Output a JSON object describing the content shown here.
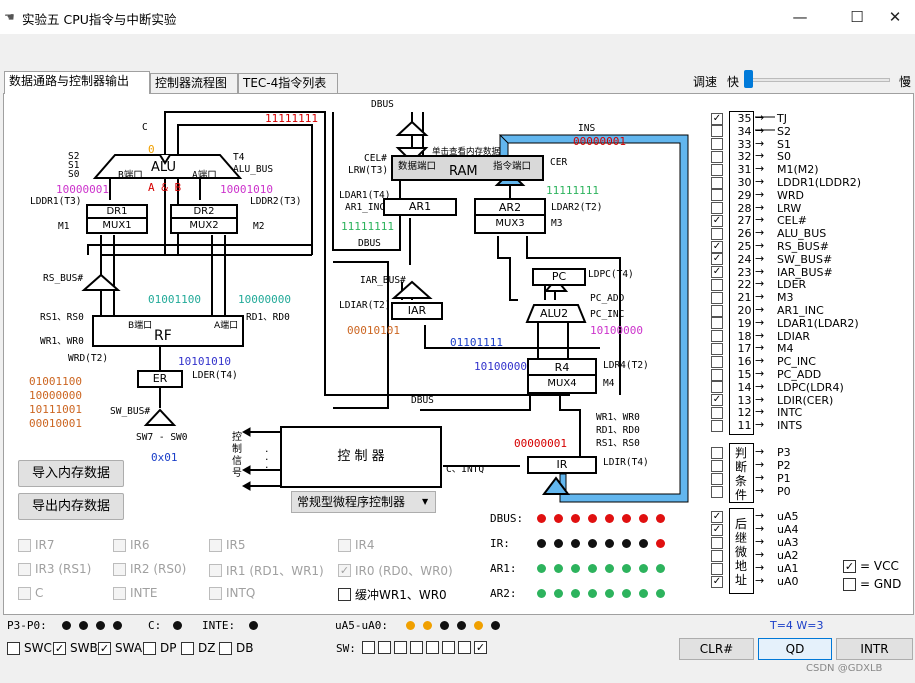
{
  "window": {
    "title": "实验五 CPU指令与中断实验",
    "min_glyph": "—",
    "max_glyph": "☐",
    "close_glyph": "✕"
  },
  "tabs": [
    {
      "label": "数据通路与控制器输出",
      "active": true
    },
    {
      "label": "控制器流程图",
      "active": false
    },
    {
      "label": "TEC-4指令列表",
      "active": false
    }
  ],
  "speed": {
    "label": "调速",
    "fast": "快",
    "slow": "慢"
  },
  "datapath": {
    "dbus_top": "DBUS",
    "dbus_left": "DBUS",
    "dbus_bottom": "DBUS",
    "ins": "INS",
    "c_label": "C",
    "c_value": "0",
    "alu": "ALU",
    "alu_b_port": "B端口",
    "alu_a_port": "A端口",
    "alu_ab": "A & B",
    "s2": "S2",
    "s1": "S1",
    "s0": "S0",
    "t4": "T4",
    "alu_bus": "ALU_BUS",
    "alu_out": "11111111",
    "dr1_val": "10000001",
    "dr2_val": "10001010",
    "lddr1": "LDDR1(T3)",
    "lddr2": "LDDR2(T3)",
    "dr1": "DR1",
    "mux1": "MUX1",
    "dr2": "DR2",
    "mux2": "MUX2",
    "m1": "M1",
    "m2": "M2",
    "rs_bus": "RS_BUS#",
    "rf_b_val": "01001100",
    "rf_a_val": "10000000",
    "rs": "RS1、RS0",
    "rd": "RD1、RD0",
    "rf_b_port": "B端口",
    "rf_a_port": "A端口",
    "wr": "WR1、WR0",
    "rf": "RF",
    "wrd": "WRD(T2)",
    "er_val": "10101010",
    "er": "ER",
    "lder": "LDER(T4)",
    "regs": [
      "01001100",
      "10000000",
      "10111001",
      "00010001"
    ],
    "sw_bus": "SW_BUS#",
    "sw_range": "SW7 - SW0",
    "sw_val": "0x01",
    "cel": "CEL#",
    "lrw": "LRW(T3)",
    "ram_tip": "单击查看内存数据",
    "ram_data_port": "数据端口",
    "ram_ins_port": "指令端口",
    "ram": "RAM",
    "cer": "CER",
    "ins_val": "00000001",
    "ldar1": "LDAR1(T4)",
    "ar1_inc": "AR1_INC",
    "ar1": "AR1",
    "ar1_val": "11111111",
    "ar2": "AR2",
    "mux3": "MUX3",
    "ldar2": "LDAR2(T2)",
    "m3": "M3",
    "ar2_val": "11111111",
    "iar_bus": "IAR_BUS#",
    "ldiar": "LDIAR(T2)",
    "iar": "IAR",
    "iar_val": "00010101",
    "pc": "PC",
    "ldpc": "LDPC(T4)",
    "pc_add": "PC_ADD",
    "pc_inc": "PC_INC",
    "alu2": "ALU2",
    "alu2_val": "10100000",
    "pc_bus_val": "01101111",
    "r4_val": "10100000",
    "r4": "R4",
    "mux4": "MUX4",
    "ldr4": "LDR4(T2)",
    "m4": "M4",
    "ctrl_sig": "控制信号",
    "ctrl": "控 制 器",
    "c_intq": "C、INTQ",
    "dots": "·\n·\n·",
    "wr_list": "WR1、WR0",
    "rd_list": "RD1、RD0",
    "rs_list": "RS1、RS0",
    "ir_val": "00000001",
    "ir": "IR",
    "ldir": "LDIR(T4)",
    "controller_type": "常规型微程序控制器"
  },
  "buttons": {
    "import": "导入内存数据",
    "export": "导出内存数据",
    "clr": "CLR#",
    "qd": "QD",
    "intr": "INTR"
  },
  "ir_checks": [
    {
      "label": "IR7",
      "checked": false
    },
    {
      "label": "IR6",
      "checked": false
    },
    {
      "label": "IR5",
      "checked": false
    },
    {
      "label": "IR4",
      "checked": false
    },
    {
      "label": "IR3 (RS1)",
      "checked": false
    },
    {
      "label": "IR2 (RS0)",
      "checked": false
    },
    {
      "label": "IR1 (RD1、WR1)",
      "checked": false
    },
    {
      "label": "IR0 (RD0、WR0)",
      "checked": true
    },
    {
      "label": "C",
      "checked": false
    },
    {
      "label": "INTE",
      "checked": false
    },
    {
      "label": "INTQ",
      "checked": false
    },
    {
      "label": "缓冲WR1、WR0",
      "checked": false
    }
  ],
  "leds": {
    "dbus": {
      "label": "DBUS:",
      "bits": [
        1,
        1,
        1,
        1,
        1,
        1,
        1,
        1
      ],
      "on": "#e01010",
      "off": "#111111"
    },
    "ir": {
      "label": "IR:",
      "bits": [
        0,
        0,
        0,
        0,
        0,
        0,
        0,
        1
      ],
      "on": "#e01010",
      "off": "#111111"
    },
    "ar1": {
      "label": "AR1:",
      "bits": [
        1,
        1,
        1,
        1,
        1,
        1,
        1,
        1
      ],
      "on": "#2db35d",
      "off": "#111111"
    },
    "ar2": {
      "label": "AR2:",
      "bits": [
        1,
        1,
        1,
        1,
        1,
        1,
        1,
        1
      ],
      "on": "#2db35d",
      "off": "#111111"
    }
  },
  "signals": [
    {
      "num": "35",
      "name": "TJ",
      "checked": true
    },
    {
      "num": "34",
      "name": "S2",
      "checked": false
    },
    {
      "num": "33",
      "name": "S1",
      "checked": false
    },
    {
      "num": "32",
      "name": "S0",
      "checked": false
    },
    {
      "num": "31",
      "name": "M1(M2)",
      "checked": false
    },
    {
      "num": "30",
      "name": "LDDR1(LDDR2)",
      "checked": false
    },
    {
      "num": "29",
      "name": "WRD",
      "checked": false
    },
    {
      "num": "28",
      "name": "LRW",
      "checked": false
    },
    {
      "num": "27",
      "name": "CEL#",
      "checked": true
    },
    {
      "num": "26",
      "name": "ALU_BUS",
      "checked": false
    },
    {
      "num": "25",
      "name": "RS_BUS#",
      "checked": true
    },
    {
      "num": "24",
      "name": "SW_BUS#",
      "checked": true
    },
    {
      "num": "23",
      "name": "IAR_BUS#",
      "checked": true
    },
    {
      "num": "22",
      "name": "LDER",
      "checked": false
    },
    {
      "num": "21",
      "name": "M3",
      "checked": false
    },
    {
      "num": "20",
      "name": "AR1_INC",
      "checked": false
    },
    {
      "num": "19",
      "name": "LDAR1(LDAR2)",
      "checked": false
    },
    {
      "num": "18",
      "name": "LDIAR",
      "checked": false
    },
    {
      "num": "17",
      "name": "M4",
      "checked": false
    },
    {
      "num": "16",
      "name": "PC_INC",
      "checked": false
    },
    {
      "num": "15",
      "name": "PC_ADD",
      "checked": false
    },
    {
      "num": "14",
      "name": "LDPC(LDR4)",
      "checked": false
    },
    {
      "num": "13",
      "name": "LDIR(CER)",
      "checked": true
    },
    {
      "num": "12",
      "name": "INTC",
      "checked": false
    },
    {
      "num": "11",
      "name": "INTS",
      "checked": false
    }
  ],
  "judge": {
    "label": "判断条件",
    "items": [
      {
        "name": "P3",
        "checked": false
      },
      {
        "name": "P2",
        "checked": false
      },
      {
        "name": "P1",
        "checked": false
      },
      {
        "name": "P0",
        "checked": false
      }
    ]
  },
  "next_addr": {
    "label": "后继微地址",
    "items": [
      {
        "name": "uA5",
        "checked": true
      },
      {
        "name": "uA4",
        "checked": true
      },
      {
        "name": "uA3",
        "checked": false
      },
      {
        "name": "uA2",
        "checked": false
      },
      {
        "name": "uA1",
        "checked": false
      },
      {
        "name": "uA0",
        "checked": true
      }
    ]
  },
  "legend": {
    "vcc": "= VCC",
    "gnd": "= GND"
  },
  "status": {
    "p3p0_label": "P3-P0:",
    "p3p0_bits": [
      0,
      0,
      0,
      0
    ],
    "c_label": "C:",
    "inte_label": "INTE:",
    "ua_label": "uA5-uA0:",
    "ua_bits": [
      1,
      1,
      0,
      0,
      1,
      0
    ],
    "ua_on": "#f0a000",
    "t_label": "T=4 W=3",
    "t_color": "#1a3ec8"
  },
  "switches": [
    {
      "label": "SWC",
      "checked": false
    },
    {
      "label": "SWB",
      "checked": true
    },
    {
      "label": "SWA",
      "checked": true
    },
    {
      "label": "DP",
      "checked": false
    },
    {
      "label": "DZ",
      "checked": false
    },
    {
      "label": "DB",
      "checked": false
    }
  ],
  "sw": {
    "label": "SW:",
    "bits": [
      0,
      0,
      0,
      0,
      0,
      0,
      0,
      1
    ]
  },
  "watermark": "CSDN @GDXLB"
}
